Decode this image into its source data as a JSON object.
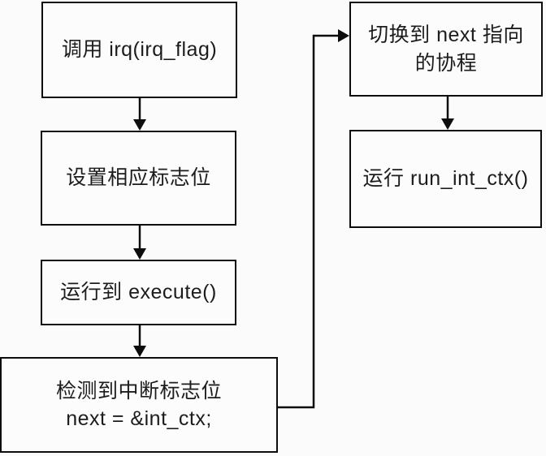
{
  "flowchart": {
    "colors": {
      "background": "#fbfbfb",
      "node_fill": "#fcfcfc",
      "stroke": "#0d0d0d",
      "text": "#1c1c1c"
    },
    "nodes": {
      "call_irq": {
        "label": "调用 irq(irq_flag)"
      },
      "set_flag": {
        "label": "设置相应标志位"
      },
      "run_execute": {
        "label": "运行到 execute()"
      },
      "detect_flag": {
        "line1": "检测到中断标志位",
        "line2": "next = &int_ctx;"
      },
      "switch_next": {
        "line1": "切换到 next 指向",
        "line2": "的协程"
      },
      "run_int_ctx": {
        "label": "运行 run_int_ctx()"
      }
    },
    "edges": [
      {
        "from": "call_irq",
        "to": "set_flag",
        "type": "straight-down"
      },
      {
        "from": "set_flag",
        "to": "run_execute",
        "type": "straight-down"
      },
      {
        "from": "run_execute",
        "to": "detect_flag",
        "type": "straight-down"
      },
      {
        "from": "detect_flag",
        "to": "switch_next",
        "type": "elbow-right-up"
      },
      {
        "from": "switch_next",
        "to": "run_int_ctx",
        "type": "straight-down"
      }
    ]
  }
}
